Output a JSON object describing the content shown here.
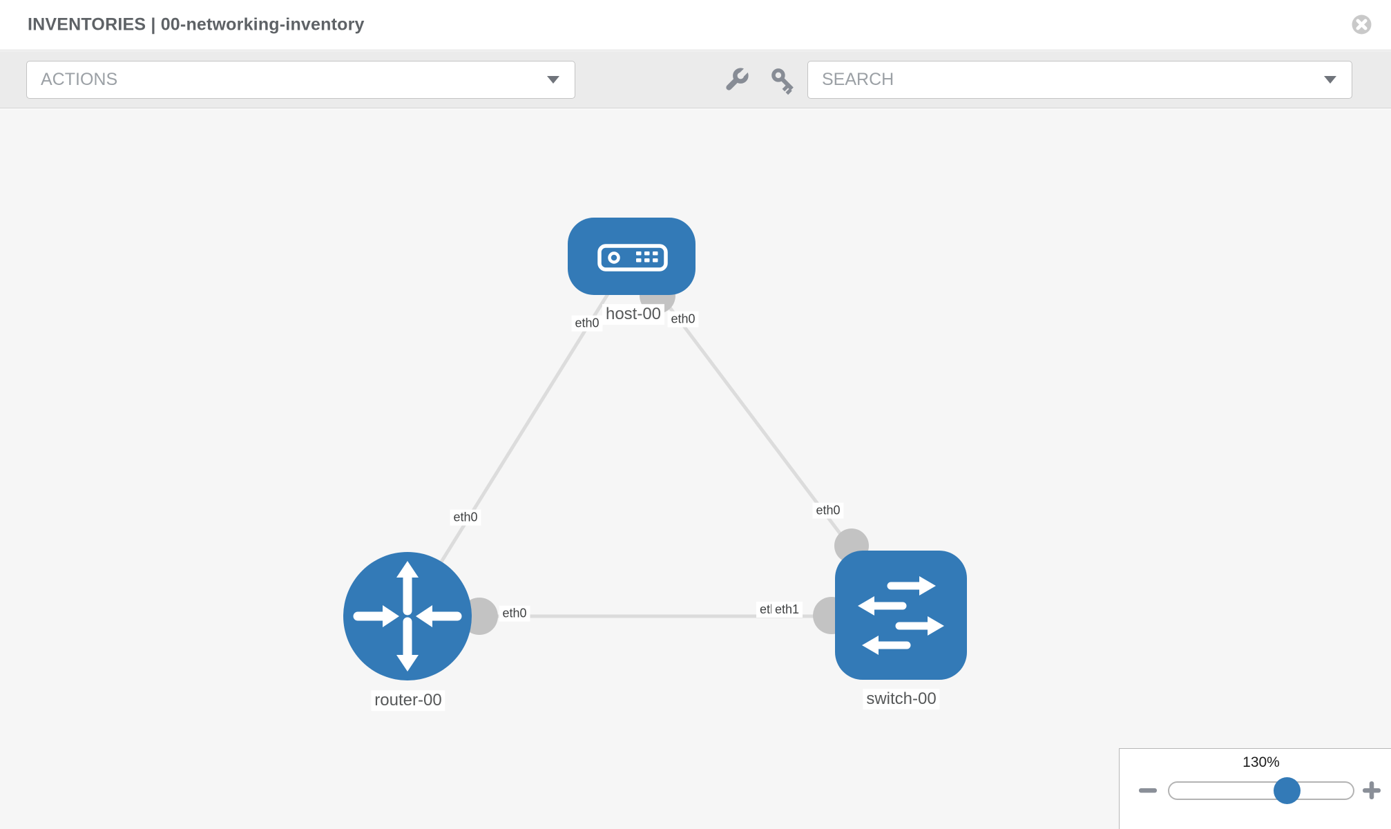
{
  "header": {
    "title": "INVENTORIES | 00-networking-inventory"
  },
  "toolbar": {
    "actions_placeholder": "ACTIONS",
    "search_placeholder": "SEARCH"
  },
  "topology": {
    "nodes": [
      {
        "label": "host-00",
        "type": "host"
      },
      {
        "label": "router-00",
        "type": "router"
      },
      {
        "label": "switch-00",
        "type": "switch"
      }
    ],
    "links": [
      {
        "from": "host-00",
        "to": "router-00",
        "from_label": "eth0",
        "to_label": "eth0"
      },
      {
        "from": "host-00",
        "to": "switch-00",
        "from_label": "eth0",
        "to_label": "eth0"
      },
      {
        "from": "router-00",
        "to": "switch-00",
        "from_label": "eth0",
        "to_labels": [
          "eth0",
          "eth1"
        ]
      }
    ]
  },
  "zoom_control": {
    "level": "130%"
  },
  "colors": {
    "node_blue": "#337ab7",
    "link_gray": "#dcdcdc",
    "port_gray": "#c3c3c3",
    "canvas_bg": "#f6f6f6",
    "toolbar_bg": "#ebebeb",
    "icon_gray": "#878c95"
  }
}
